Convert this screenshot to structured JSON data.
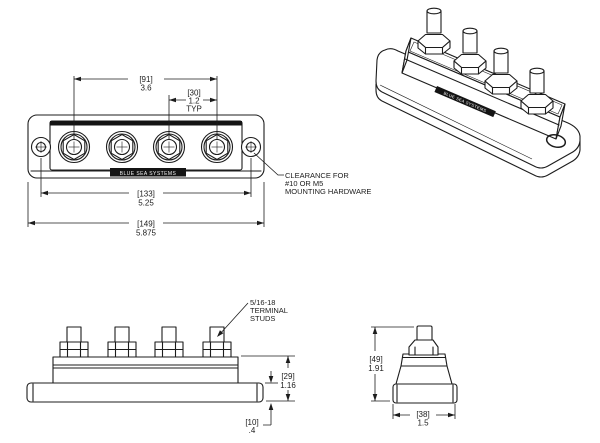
{
  "product_label": "BLUE SEA SYSTEMS",
  "dims": {
    "stud_span": {
      "metric": "[91]",
      "imperial": "3.6"
    },
    "stud_pitch": {
      "metric": "[30]",
      "imperial": "1.2",
      "qualifier": "TYP"
    },
    "mount_spacing": {
      "metric": "[133]",
      "imperial": "5.25"
    },
    "overall_length": {
      "metric": "[149]",
      "imperial": "5.875"
    },
    "body_height": {
      "metric": "[29]",
      "imperial": "1.16"
    },
    "base_thickness": {
      "metric": "[10]",
      "imperial": ".4"
    },
    "overall_height": {
      "metric": "[49]",
      "imperial": "1.91"
    },
    "base_width": {
      "metric": "[38]",
      "imperial": "1.5"
    }
  },
  "notes": {
    "clearance": [
      "CLEARANCE FOR",
      "#10 OR M5",
      "MOUNTING HARDWARE"
    ],
    "studs": [
      "5/16-18",
      "TERMINAL",
      "STUDS"
    ]
  },
  "colors": {
    "line": "#1c1c1c",
    "background": "#ffffff",
    "band": "#141414"
  }
}
